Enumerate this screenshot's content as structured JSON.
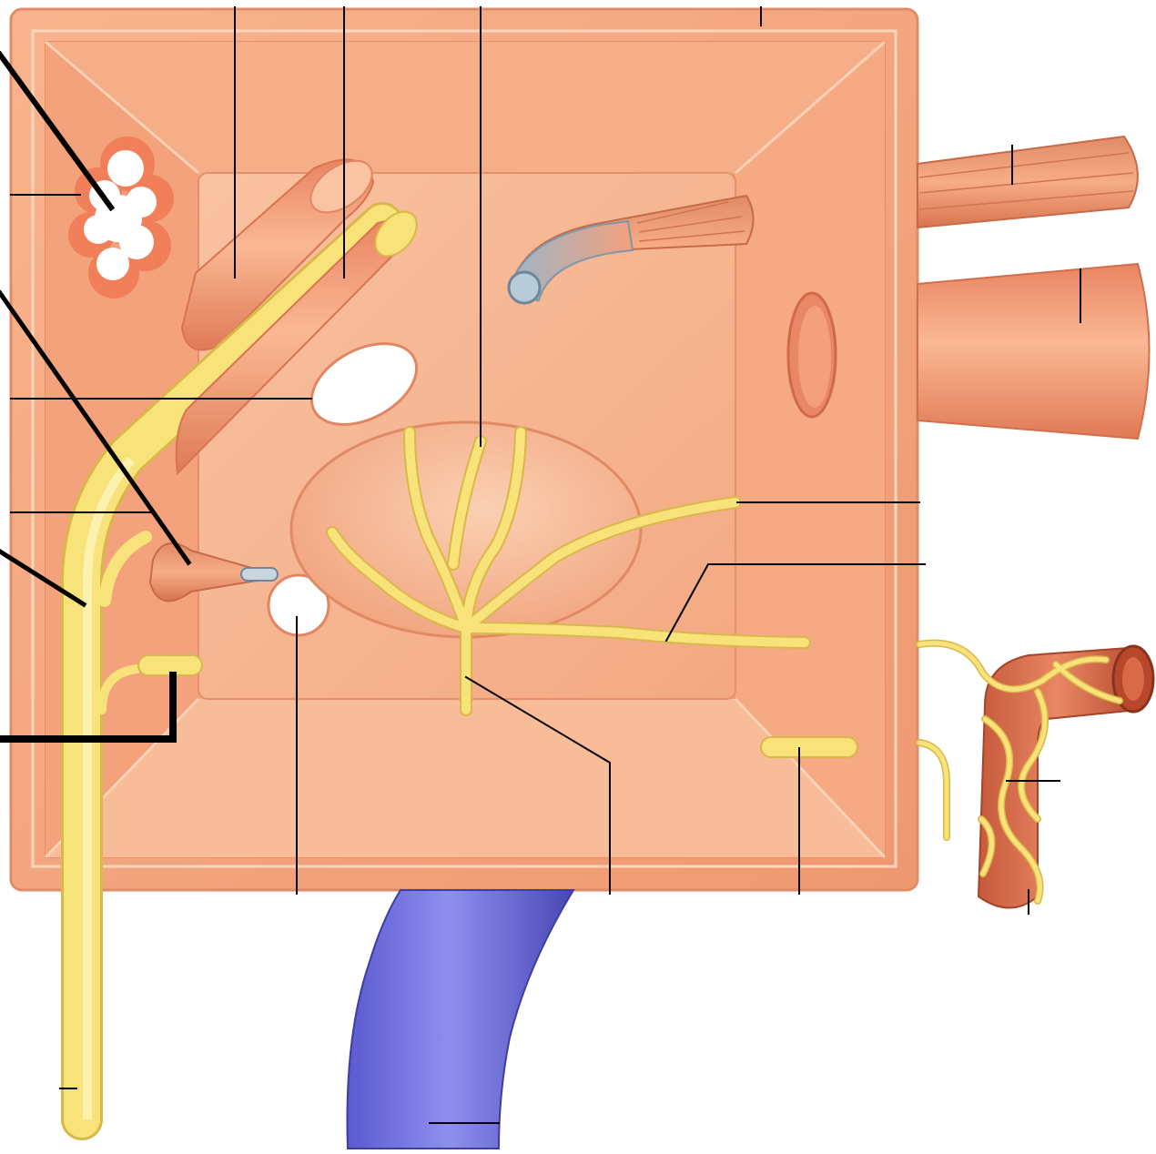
{
  "title": "",
  "labels": [],
  "structures": [
    {
      "id": "box",
      "icon": "box-shell-icon"
    },
    {
      "id": "diaphragm",
      "icon": "pituitary-diaphragm-icon"
    },
    {
      "id": "artery-wall-segment",
      "icon": "artery-segment-icon"
    },
    {
      "id": "nerve-bundle",
      "icon": "nerve-bundle-icon"
    },
    {
      "id": "vein-tube",
      "icon": "vein-tube-icon"
    },
    {
      "id": "muscle-tendon",
      "icon": "muscle-tendon-icon"
    },
    {
      "id": "artery-with-nerves",
      "icon": "artery-nerve-plexus-icon"
    }
  ],
  "colors": {
    "wall": "#f4a47e",
    "wall_light": "#f9c4a2",
    "wall_dark": "#d8805a",
    "inner_face": "#f7b995",
    "nerve": "#f8e27a",
    "nerve_edge": "#d9b84a",
    "vein": "#6a69d8",
    "vein_dark": "#4a48b0",
    "artery": "#d96a48",
    "leader": "#000000"
  }
}
